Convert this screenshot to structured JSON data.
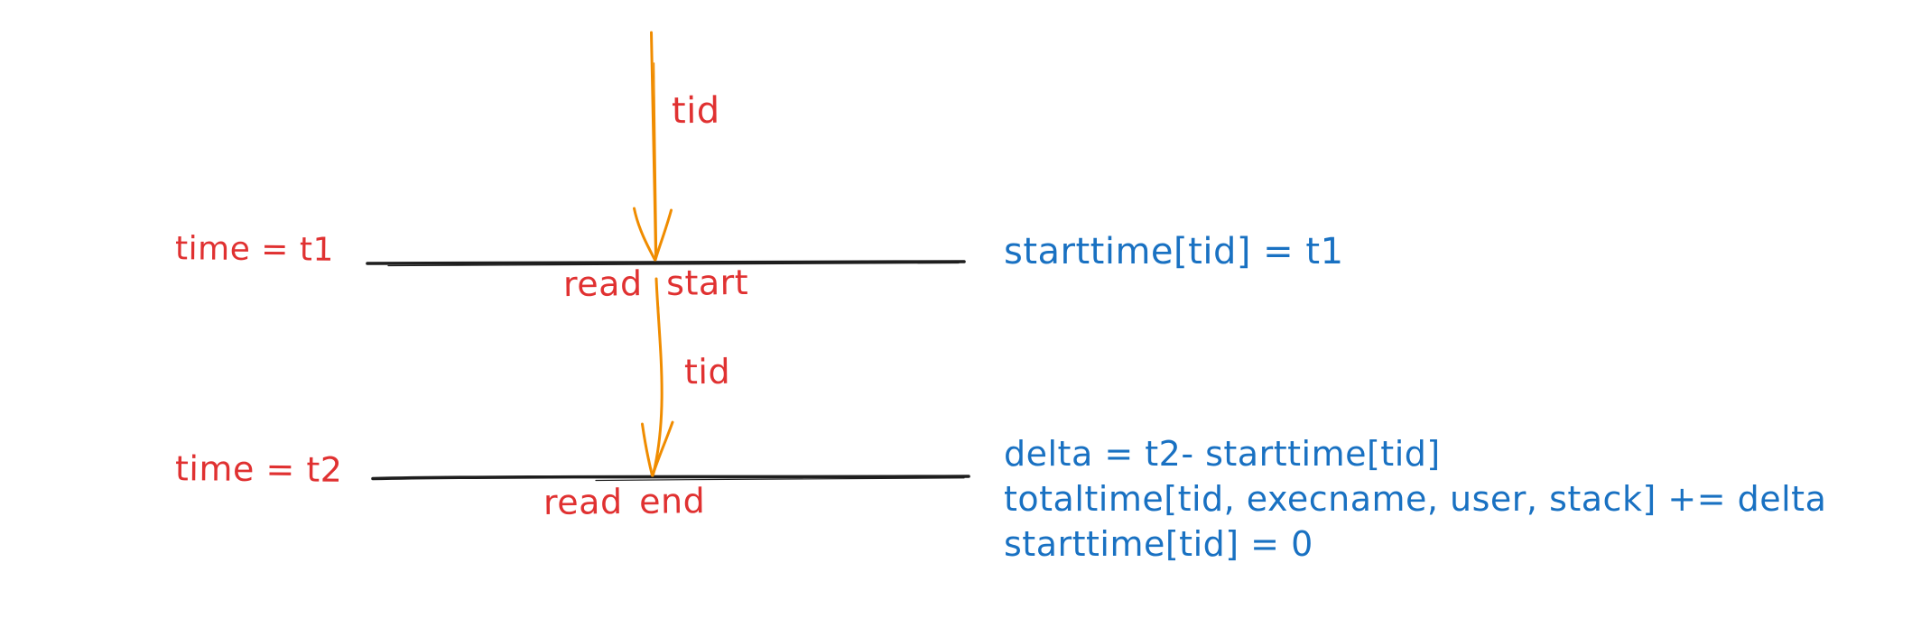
{
  "colors": {
    "red": "#e03131",
    "blue": "#1971c2",
    "orange": "#f08c00",
    "ink": "#1e1e1e",
    "background": "#ffffff"
  },
  "diagram": {
    "arrow1": {
      "label": "tid"
    },
    "arrow2": {
      "label": "tid"
    },
    "t1": {
      "time_label": "time = t1",
      "event_label": "read start",
      "action": "starttime[tid] = t1"
    },
    "t2": {
      "time_label": "time = t2",
      "event_label": "read end",
      "actions": [
        "delta = t2- starttime[tid]",
        "totaltime[tid, execname, user, stack] += delta",
        "starttime[tid] = 0"
      ]
    }
  }
}
